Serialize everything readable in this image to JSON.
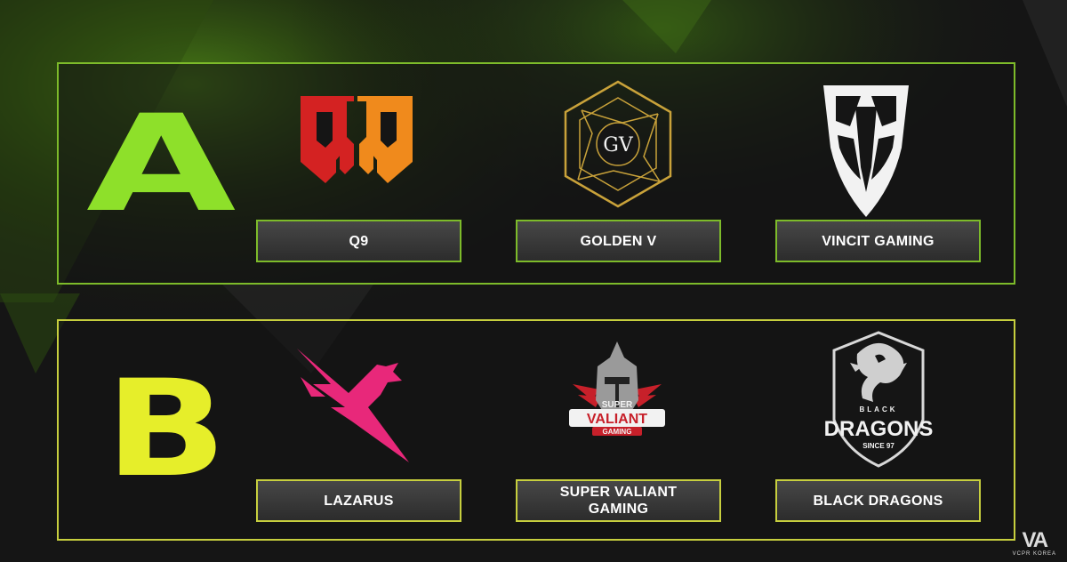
{
  "colors": {
    "background": "#151515",
    "group_a_accent": "#8ee02a",
    "group_a_border": "#7dbb2a",
    "group_b_accent": "#e6ee2a",
    "group_b_border": "#c7cf3e",
    "plate_text": "#ffffff"
  },
  "groups": [
    {
      "letter": "A",
      "teams": [
        {
          "name": "Q9",
          "logo_icon": "q9-logo-icon"
        },
        {
          "name": "GOLDEN V",
          "logo_icon": "golden-v-logo-icon",
          "logo_text": "GV"
        },
        {
          "name": "VINCIT GAMING",
          "logo_icon": "vincit-gaming-logo-icon"
        }
      ]
    },
    {
      "letter": "B",
      "teams": [
        {
          "name": "LAZARUS",
          "logo_icon": "lazarus-logo-icon"
        },
        {
          "name": "SUPER VALIANT GAMING",
          "logo_icon": "super-valiant-gaming-logo-icon",
          "logo_text": [
            "SUPER",
            "VALIANT",
            "GAMING"
          ]
        },
        {
          "name": "BLACK DRAGONS",
          "logo_icon": "black-dragons-logo-icon",
          "logo_text": [
            "BLACK",
            "DRAGONS",
            "SINCE 97"
          ]
        }
      ]
    }
  ],
  "watermark": {
    "mark": "VA",
    "text": "VCPR KOREA",
    "icon": "vcpr-korea-logo-icon"
  }
}
